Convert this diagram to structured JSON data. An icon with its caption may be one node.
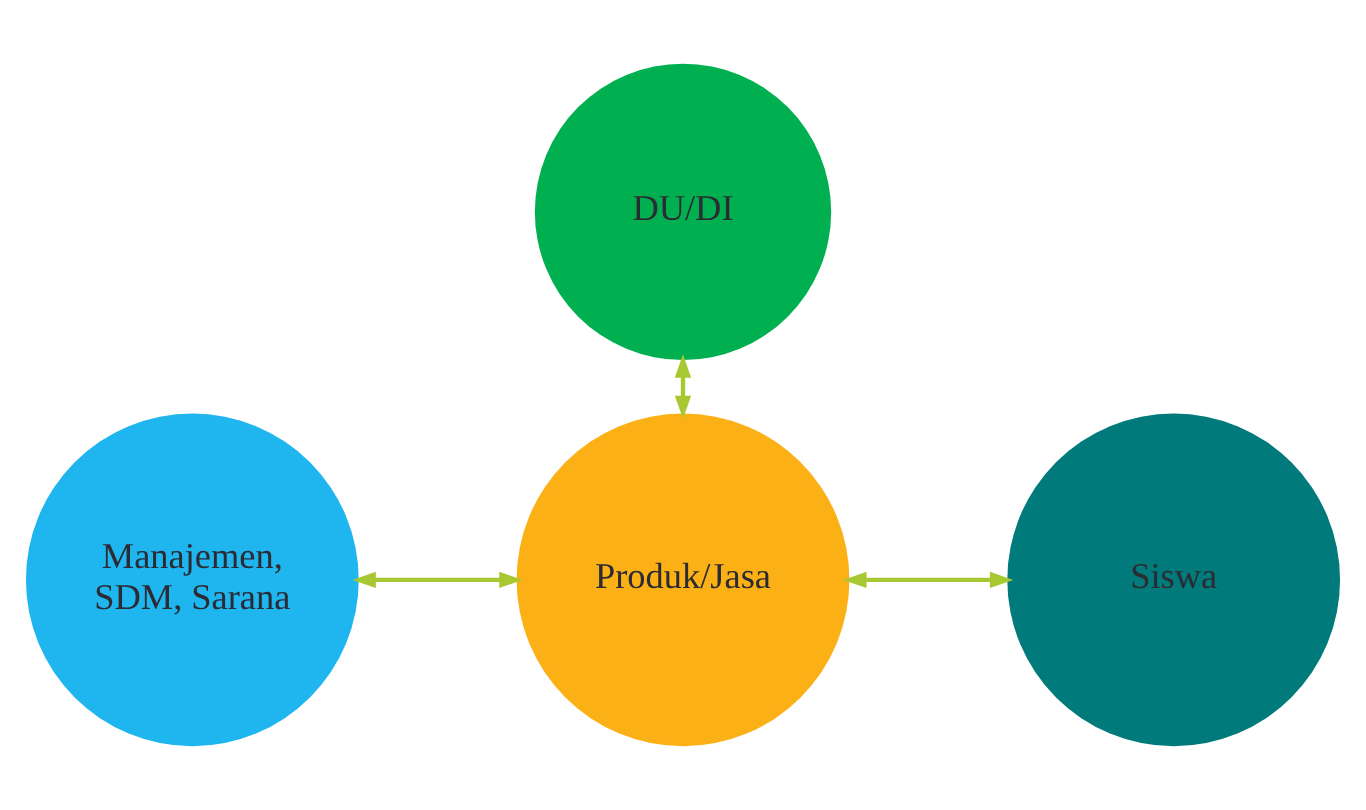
{
  "diagram": {
    "nodes": [
      {
        "text": [
          "DU/DI"
        ]
      },
      {
        "text": [
          "Manajemen, SDM, Sarana"
        ]
      },
      {
        "text": [
          "Produk/Jasa"
        ]
      },
      {
        "text": [
          "Siswa"
        ]
      }
    ],
    "edges": [
      {
        "from": 2,
        "to": 0,
        "arrow": "both"
      },
      {
        "from": 2,
        "to": 1,
        "arrow": "both"
      },
      {
        "from": 2,
        "to": 3,
        "arrow": "both"
      }
    ]
  }
}
